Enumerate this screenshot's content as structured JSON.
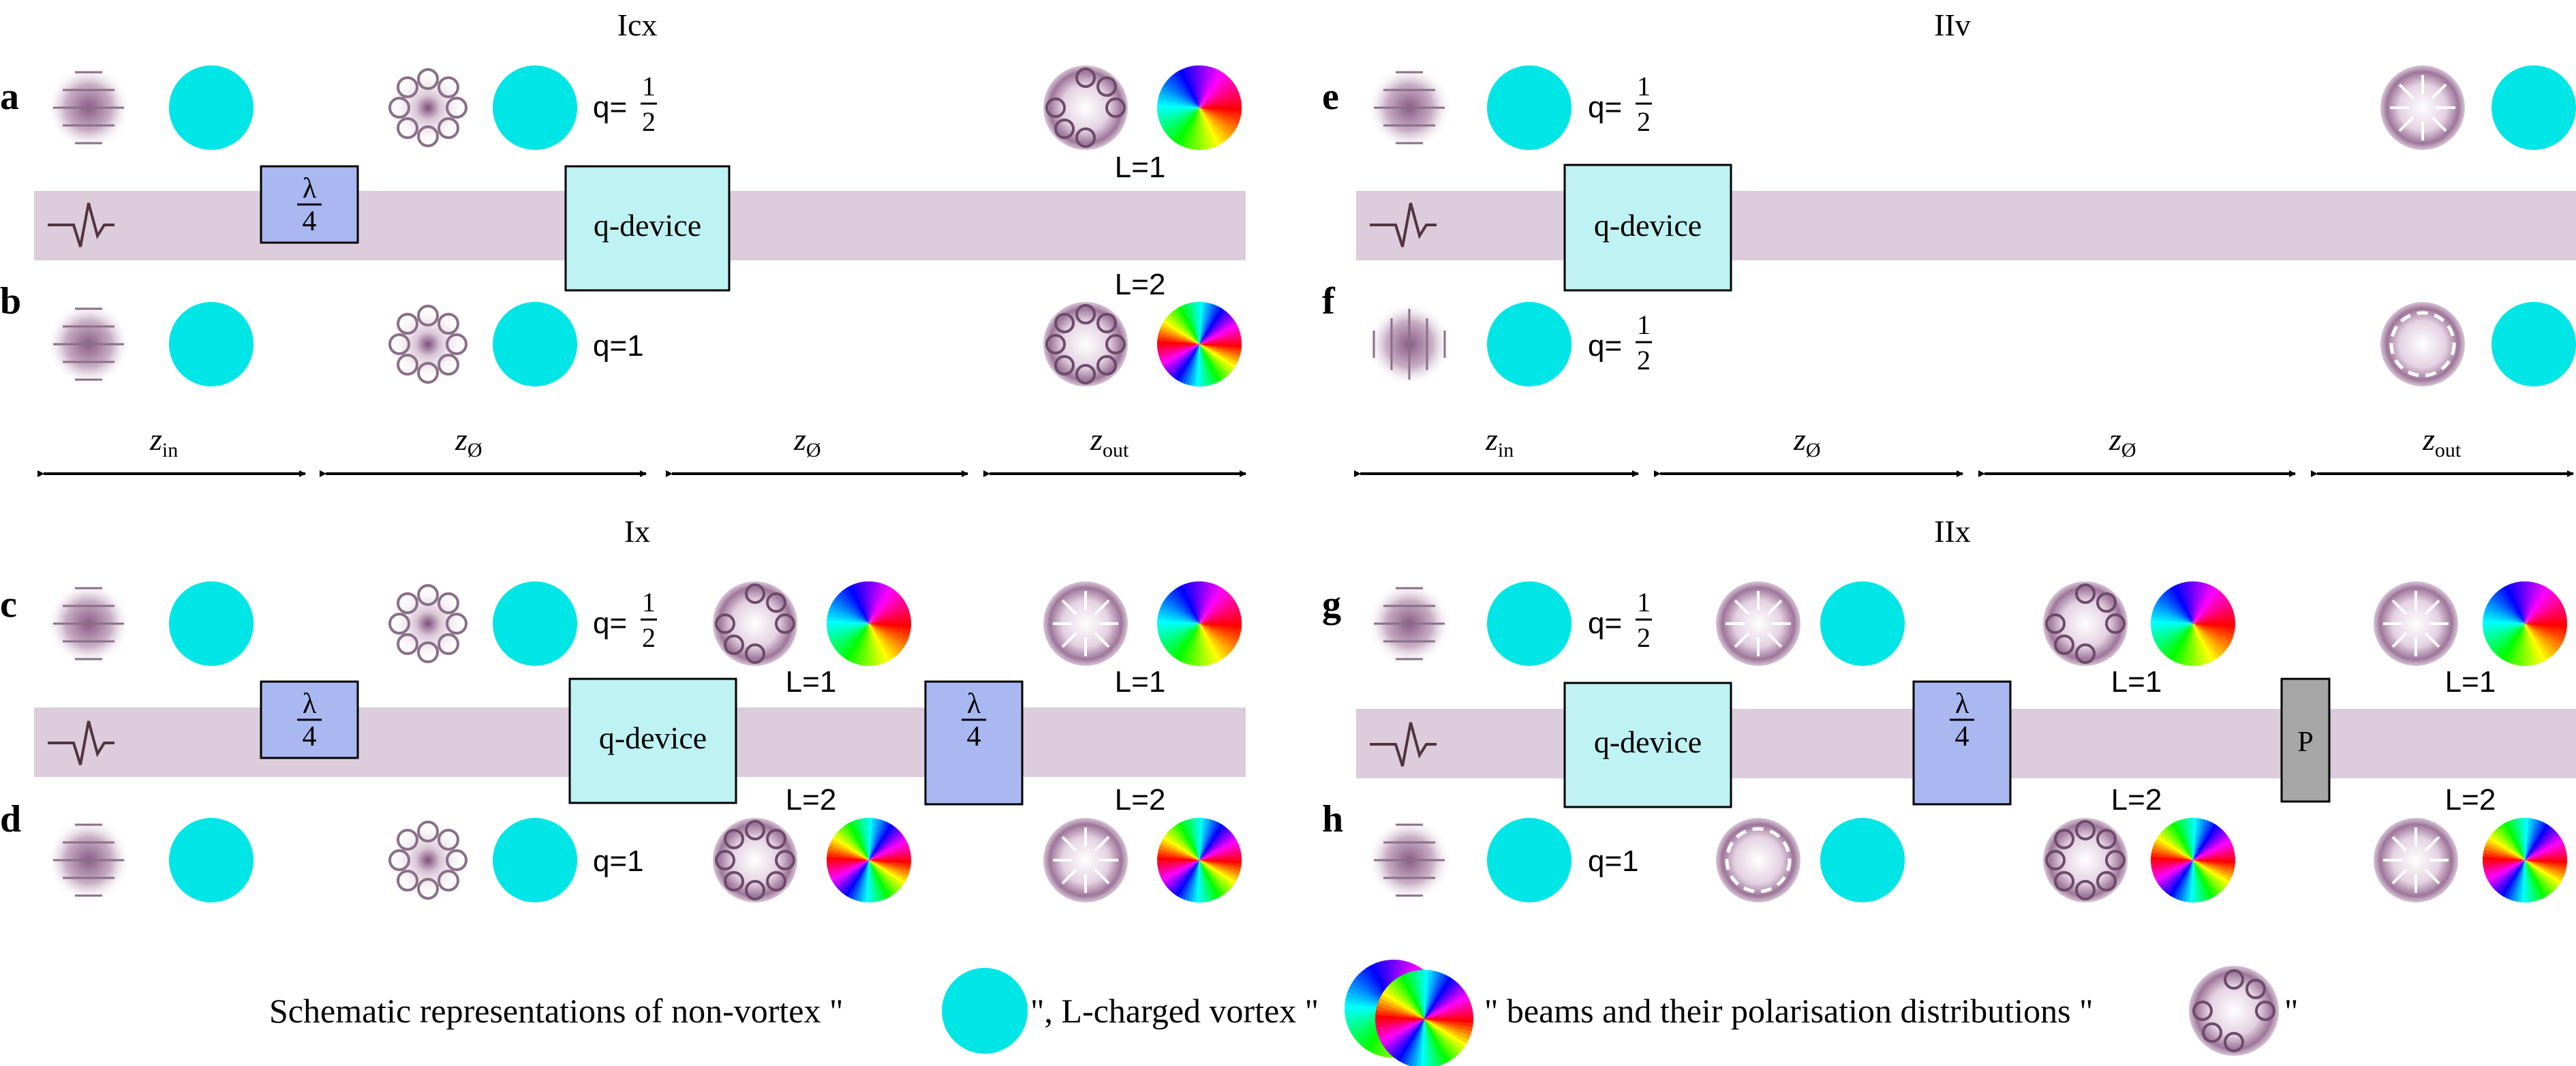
{
  "panels": {
    "top_left": {
      "title": "Icx"
    },
    "top_right": {
      "title": "IIv"
    },
    "bottom_left": {
      "title": "Ix"
    },
    "bottom_right": {
      "title": "IIx"
    }
  },
  "row_labels": {
    "a": "a",
    "b": "b",
    "c": "c",
    "d": "d",
    "e": "e",
    "f": "f",
    "g": "g",
    "h": "h"
  },
  "q_labels": {
    "q_prefix": "q=",
    "half_num": "1",
    "half_den": "2",
    "one": "q=1"
  },
  "L_labels": {
    "L1": "L=1",
    "L2": "L=2"
  },
  "devices": {
    "lambda": "λ",
    "four": "4",
    "q_device": "q-device",
    "polariser": "P"
  },
  "distances": {
    "z": "z",
    "in": "in",
    "empty": "Ø",
    "out": "out"
  },
  "legend": {
    "part1": "Schematic representations of non-vortex \"",
    "part2": "\", L-charged vortex \"",
    "part3": "\" beams and their polarisation distributions \"",
    "part4": "\""
  },
  "colors": {
    "beam_band": "#dcccdc",
    "non_vortex": "#00e5e5",
    "waveplate": "#a9b8f0",
    "q_device": "#bff2f2",
    "polariser": "#a6a6a6",
    "polarisation_disc": "#9a6e98"
  }
}
